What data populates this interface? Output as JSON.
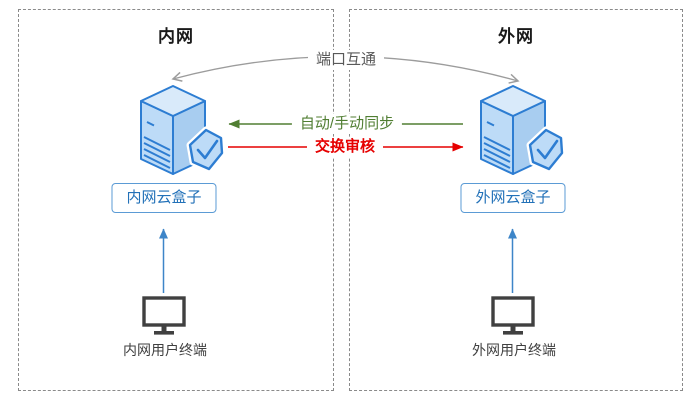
{
  "zones": [
    {
      "title": "内网"
    },
    {
      "title": "外网"
    }
  ],
  "nodes": {
    "internal_box": {
      "label": "内网云盒子"
    },
    "external_box": {
      "label": "外网云盒子"
    },
    "internal_terminal": {
      "label": "内网用户终端"
    },
    "external_terminal": {
      "label": "外网用户终端"
    }
  },
  "connections": {
    "port": {
      "label": "端口互通",
      "direction": "bidirectional"
    },
    "sync": {
      "label": "自动/手动同步",
      "direction": "right-to-left"
    },
    "audit": {
      "label": "交换审核",
      "direction": "left-to-right"
    }
  },
  "icons": {
    "server": "server-with-shield-check-icon",
    "terminal": "monitor-icon",
    "uplink": "up-arrow-icon"
  },
  "colors": {
    "server_outline": "#2d7dd2",
    "server_fill": "#bddbf7",
    "box_border": "#5b9bd5",
    "box_text": "#2271b8",
    "sync_green": "#507e32",
    "audit_red": "#e60000",
    "port_gray": "#9c9c9c",
    "label_gray": "#595959",
    "terminal_gray": "#404040",
    "uplink_blue": "#3d85c8",
    "zone_border": "#8a8a8a"
  }
}
